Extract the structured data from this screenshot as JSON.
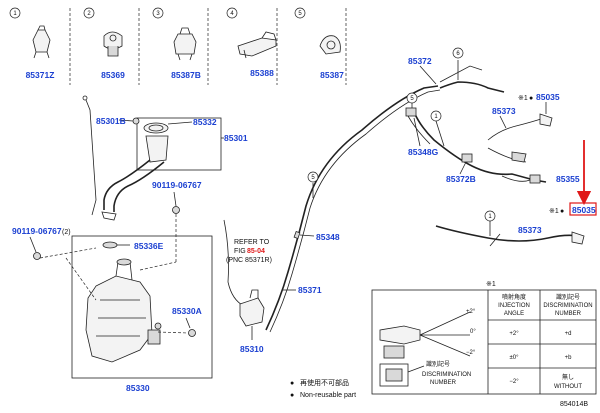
{
  "top_parts": [
    {
      "index": "1",
      "pn": "85371Z"
    },
    {
      "index": "2",
      "pn": "85369"
    },
    {
      "index": "3",
      "pn": "85387B"
    },
    {
      "index": "4",
      "pn": "85388"
    },
    {
      "index": "5",
      "pn": "85387"
    }
  ],
  "labels": {
    "p85372": "85372",
    "p85035_top": "85035",
    "p85035_box": "85035",
    "p85373_a": "85373",
    "p85373_b": "85373",
    "p85348G": "85348G",
    "p85372B": "85372B",
    "p85355": "85355",
    "p85348": "85348",
    "p85371": "85371",
    "p85310": "85310",
    "p85301B": "85301B",
    "p85332": "85332",
    "p85301": "85301",
    "p90119_a": "90119-06767",
    "p90119_b": "90119-06767",
    "p90119_b_qty": "(2)",
    "p85336E": "85336E",
    "p85330A": "85330A",
    "p85330": "85330",
    "star1_a": "※1",
    "star1_b": "※1",
    "star1_table": "※1",
    "refer_line1": "REFER TO",
    "refer_fig": "FIG",
    "refer_link": "85-04",
    "refer_pnc": "(PNC 85371R)",
    "legend_dot": "●",
    "legend_jp": "再使用不可部品",
    "legend_en": "Non-reusable part",
    "fig_code": "854014B"
  },
  "callouts": {
    "c6": "6",
    "c5a": "5",
    "c5b": "5",
    "c1a": "1",
    "c1b": "1"
  },
  "table": {
    "col1_jp": "噴射角度",
    "col1_en_1": "INJECTION",
    "col1_en_2": "ANGLE",
    "col2_jp": "識別記号",
    "col2_en_1": "DISCRIMINATION",
    "col2_en_2": "NUMBER",
    "rows": [
      {
        "angle": "+2°",
        "mark": "+d"
      },
      {
        "angle": "±0°",
        "mark": "+b"
      },
      {
        "angle": "−2°",
        "mark": "無し",
        "mark_en": "WITHOUT"
      }
    ],
    "diagram_angles": [
      "+2°",
      "0°",
      "−2°"
    ],
    "disc_jp": "識別記号",
    "disc_en_1": "DISCRIMINATION",
    "disc_en_2": "NUMBER"
  },
  "colors": {
    "part_number": "#1a3fd1",
    "highlight": "#e01818",
    "line": "#222222"
  }
}
